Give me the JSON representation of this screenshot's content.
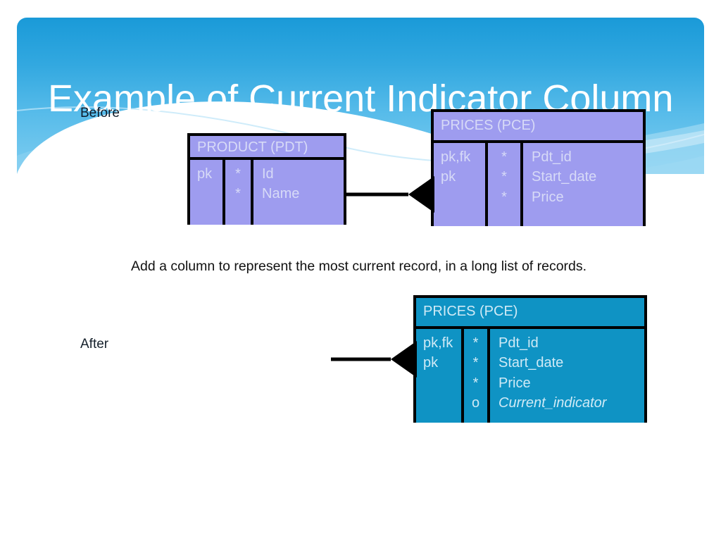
{
  "slide": {
    "title": "Example of Current Indicator Column",
    "labels": {
      "before": "Before",
      "after": "After"
    },
    "note": "Add a column to represent the most current record, in a long list of records."
  },
  "colors": {
    "header_blue_top": "#1a9ad8",
    "header_blue_bottom": "#7fcdf0",
    "entity_purple": "#9e9cef",
    "entity_purple_text": "#d7daf7",
    "entity_teal": "#0f93c4",
    "entity_teal_text": "#cfeaf6",
    "border_black": "#000000",
    "label_text": "#0d1b2a"
  },
  "entities": {
    "product": {
      "title": "PRODUCT (PDT)",
      "keys": [
        "pk"
      ],
      "optionality": [
        "*",
        "*"
      ],
      "attributes": [
        "Id",
        "Name"
      ]
    },
    "prices_before": {
      "title": "PRICES (PCE)",
      "keys": [
        "pk,fk",
        "pk"
      ],
      "optionality": [
        "*",
        "*",
        "*"
      ],
      "attributes": [
        "Pdt_id",
        "Start_date",
        "Price"
      ]
    },
    "prices_after": {
      "title": "PRICES (PCE)",
      "keys": [
        "pk,fk",
        "pk"
      ],
      "optionality": [
        "*",
        "*",
        "*",
        "o"
      ],
      "attributes": [
        "Pdt_id",
        "Start_date",
        "Price",
        "Current_indicator"
      ],
      "italic_attributes": [
        "Current_indicator"
      ]
    }
  },
  "connectors": {
    "before_relationship": "crows-foot-many",
    "after_relationship": "crows-foot-many"
  }
}
